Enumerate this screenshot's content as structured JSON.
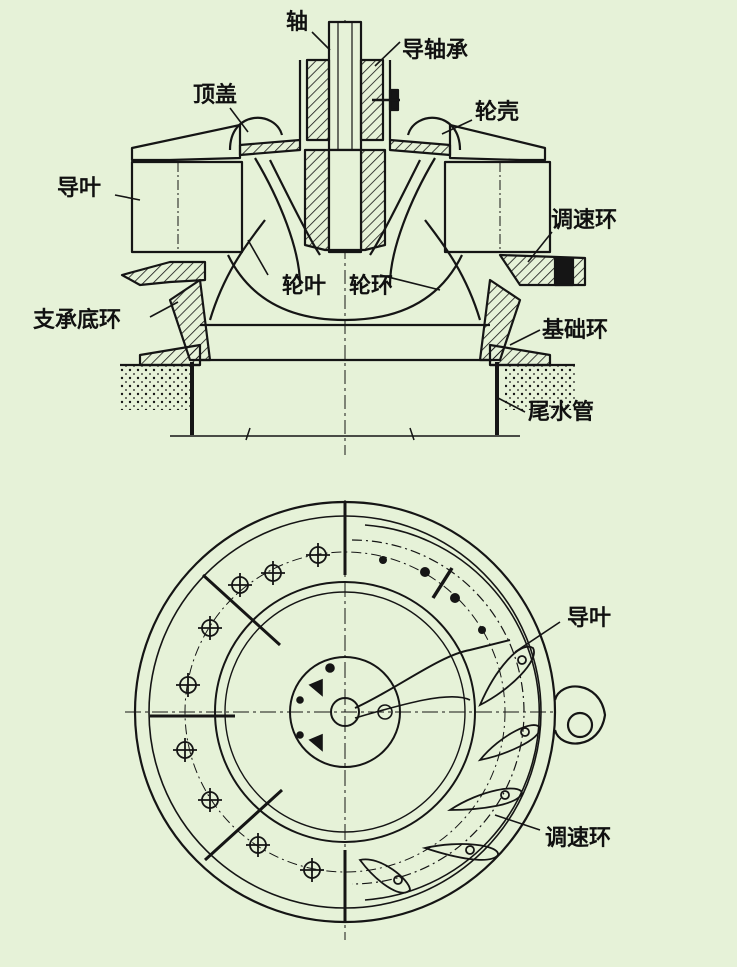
{
  "colors": {
    "background": "#e6f2d8",
    "ink": "#151515"
  },
  "section_view": {
    "labels": {
      "shaft": "轴",
      "guide_bearing": "导轴承",
      "top_cover": "顶盖",
      "runner_housing": "轮壳",
      "guide_vane": "导叶",
      "speed_ring": "调速环",
      "runner_blade": "轮叶",
      "runner_band": "轮环",
      "support_bottom_ring": "支承底环",
      "foundation_ring": "基础环",
      "draft_tube": "尾水管"
    }
  },
  "plan_view": {
    "labels": {
      "guide_vane": "导叶",
      "speed_ring": "调速环"
    }
  }
}
